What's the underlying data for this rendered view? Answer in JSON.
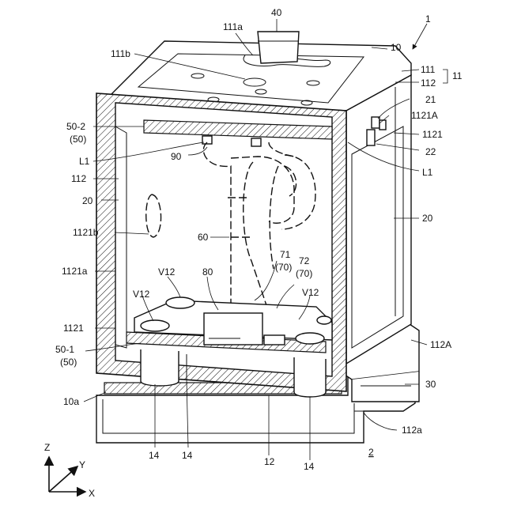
{
  "figure": {
    "ref_main": "1",
    "ref_assembly": "2",
    "labels": {
      "l40": "40",
      "l111a": "111a",
      "l10": "10",
      "l1": "1",
      "l111b": "111b",
      "l111": "111",
      "l11": "11",
      "l112r": "112",
      "l502": "50-2",
      "l50a": "(50)",
      "l21": "21",
      "l1121A": "1121A",
      "lL1left": "L1",
      "l1121r": "1121",
      "l90": "90",
      "l22": "22",
      "lL1right": "L1",
      "l112l": "112",
      "l20l": "20",
      "l20r": "20",
      "l1121b": "1121b",
      "l60": "60",
      "l1121a": "1121a",
      "l71": "71",
      "l70a": "(70)",
      "l72": "72",
      "l70b": "(70)",
      "lV12a": "V12",
      "l80": "80",
      "lV12b": "V12",
      "lV12c": "V12",
      "l1121l": "1121",
      "l112A": "112A",
      "l501": "50-1",
      "l50b": "(50)",
      "l30": "30",
      "l10a": "10a",
      "l112a": "112a",
      "l14a": "14",
      "l14b": "14",
      "l12": "12",
      "l14c": "14",
      "axisZ": "Z",
      "axisY": "Y",
      "axisX": "X"
    }
  }
}
